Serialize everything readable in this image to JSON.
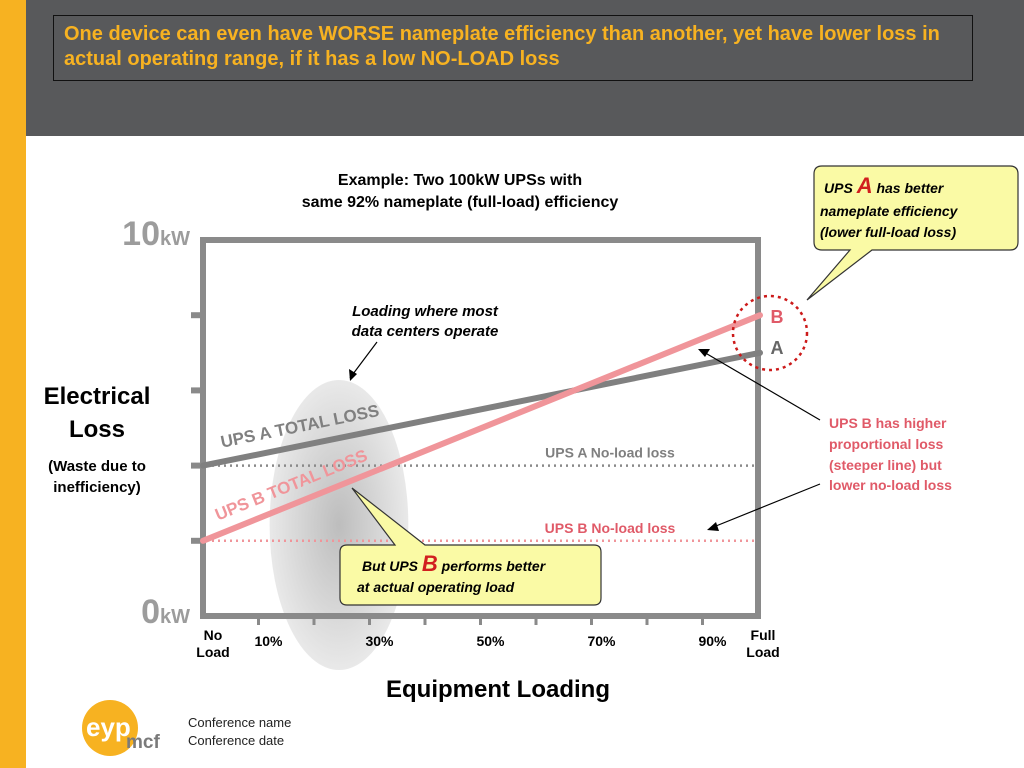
{
  "colors": {
    "accent": "#f7b221",
    "header_bg": "#58595b",
    "line_a": "#808080",
    "line_b": "#f0959a",
    "callout_fill": "#fafaa5",
    "circle": "#cc1a1a",
    "label_b": "#e05a68"
  },
  "header": {
    "text": "One device can even have WORSE nameplate efficiency than another, yet have lower loss in actual operating range, if it has a low NO-LOAD loss"
  },
  "chart_data": {
    "type": "line",
    "title_line1": "Example: Two 100kW UPSs with",
    "title_line2": "same 92% nameplate (full-load) efficiency",
    "xlabel": "Equipment Loading",
    "ylabel": "Electrical Loss",
    "ylabel_line1": "Electrical",
    "ylabel_line2": "Loss",
    "ysub_line1": "(Waste due to",
    "ysub_line2": "inefficiency)",
    "y_top_num": "10",
    "y_top_unit": "kW",
    "y_bottom_num": "0",
    "y_bottom_unit": "kW",
    "ylim": [
      0,
      10
    ],
    "xlim": [
      0,
      100
    ],
    "x_ticks": [
      {
        "value": 0,
        "line1": "No",
        "line2": "Load"
      },
      {
        "value": 10,
        "line1": "10%",
        "line2": ""
      },
      {
        "value": 30,
        "line1": "30%",
        "line2": ""
      },
      {
        "value": 50,
        "line1": "50%",
        "line2": ""
      },
      {
        "value": 70,
        "line1": "70%",
        "line2": ""
      },
      {
        "value": 90,
        "line1": "90%",
        "line2": ""
      },
      {
        "value": 100,
        "line1": "Full",
        "line2": "Load"
      }
    ],
    "y_ticks": [
      2,
      4,
      6,
      8
    ],
    "series": [
      {
        "name": "UPS A  TOTAL LOSS",
        "x": [
          0,
          100
        ],
        "y": [
          4,
          7
        ],
        "color": "#808080",
        "end_label": "A"
      },
      {
        "name": "UPS B  TOTAL LOSS",
        "x": [
          0,
          100
        ],
        "y": [
          2,
          8
        ],
        "color": "#f0959a",
        "end_label": "B"
      }
    ],
    "reference_lines": [
      {
        "label": "UPS A  No-load loss",
        "y": 4,
        "color": "#8a8a8a"
      },
      {
        "label": "UPS B  No-load loss",
        "y": 2,
        "color": "#f0959a"
      }
    ],
    "annotations": {
      "operating_zone": {
        "x_range": [
          12,
          37
        ],
        "line1": "Loading where most",
        "line2": "data centers operate"
      },
      "callout_a": {
        "prefix": "UPS ",
        "letter": "A",
        "rest1": " has better",
        "line2": "nameplate efficiency",
        "line3": "(lower full-load loss)"
      },
      "callout_b": {
        "prefix": "But UPS ",
        "letter": "B",
        "rest1": " performs better",
        "line2": "at actual operating load"
      },
      "ups_b_note": {
        "line1": "UPS B has higher",
        "line2": "proportional loss",
        "line3": "(steeper line) but",
        "line4": "lower no-load loss"
      }
    }
  },
  "footer": {
    "logo_main": "eyp",
    "logo_sub": "mcf",
    "conference_name": "Conference name",
    "conference_date": "Conference date"
  }
}
